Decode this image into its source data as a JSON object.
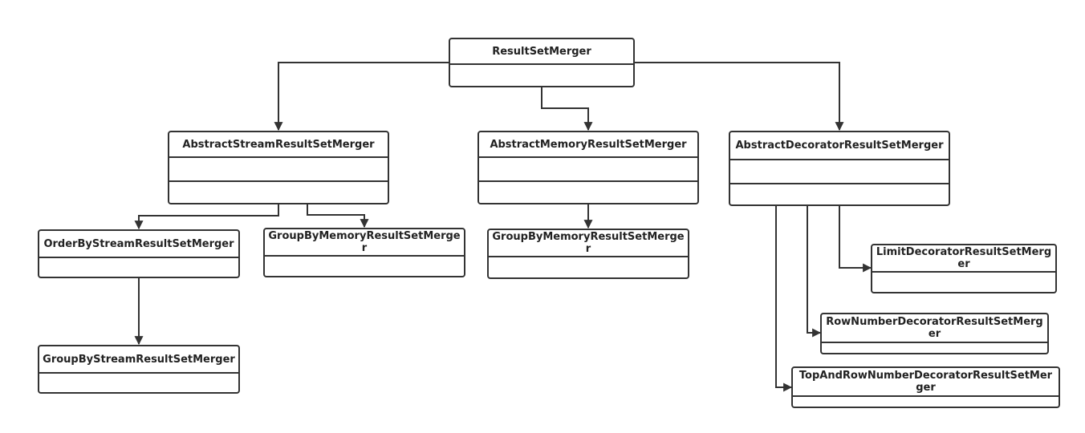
{
  "diagram": {
    "line_color": "#333333",
    "background": "#ffffff",
    "classes": {
      "result_set_merger": "ResultSetMerger",
      "abstract_stream": "AbstractStreamResultSetMerger",
      "abstract_memory": "AbstractMemoryResultSetMerger",
      "abstract_decorator": "AbstractDecoratorResultSetMerger",
      "order_by_stream": "OrderByStreamResultSetMerger",
      "group_by_memory_1": "GroupByMemoryResultSetMerger",
      "group_by_memory_2": "GroupByMemoryResultSetMerger",
      "group_by_stream": "GroupByStreamResultSetMerger",
      "limit_decorator": "LimitDecoratorResultSetMerger",
      "row_number_decorator": "RowNumberDecoratorResultSetMerger",
      "top_and_row_number_decorator": "TopAndRowNumberDecoratorResultSetMerger"
    },
    "relations": [
      {
        "from": "result_set_merger",
        "to": "abstract_stream"
      },
      {
        "from": "result_set_merger",
        "to": "abstract_memory"
      },
      {
        "from": "result_set_merger",
        "to": "abstract_decorator"
      },
      {
        "from": "abstract_stream",
        "to": "order_by_stream"
      },
      {
        "from": "abstract_stream",
        "to": "group_by_memory_1"
      },
      {
        "from": "order_by_stream",
        "to": "group_by_stream"
      },
      {
        "from": "abstract_memory",
        "to": "group_by_memory_2"
      },
      {
        "from": "abstract_decorator",
        "to": "limit_decorator"
      },
      {
        "from": "abstract_decorator",
        "to": "row_number_decorator"
      },
      {
        "from": "abstract_decorator",
        "to": "top_and_row_number_decorator"
      }
    ]
  }
}
